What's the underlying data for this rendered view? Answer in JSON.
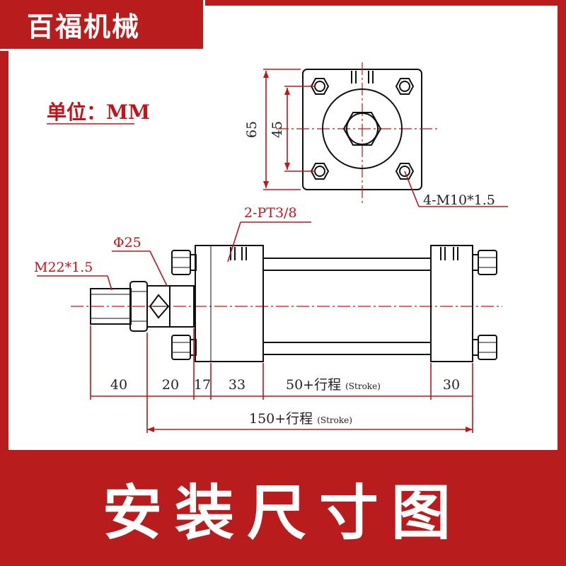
{
  "brand": "百福机械",
  "unit_label": "单位：MM",
  "footer_title": "安装尺寸图",
  "front_view": {
    "dim_outer": "65",
    "dim_inner": "45",
    "bolt_label": "4-M10*1.5"
  },
  "side_view": {
    "port_label": "2-PT3/8",
    "rod_diameter": "Φ25",
    "thread_label": "M22*1.5",
    "dims": [
      "40",
      "20",
      "17",
      "33",
      "50+行程",
      "30"
    ],
    "stroke_word": "(Stroke)",
    "total_label": "150+行程"
  },
  "colors": {
    "frame": "#b81c1c",
    "accent": "#c0151a",
    "line": "#111111"
  }
}
